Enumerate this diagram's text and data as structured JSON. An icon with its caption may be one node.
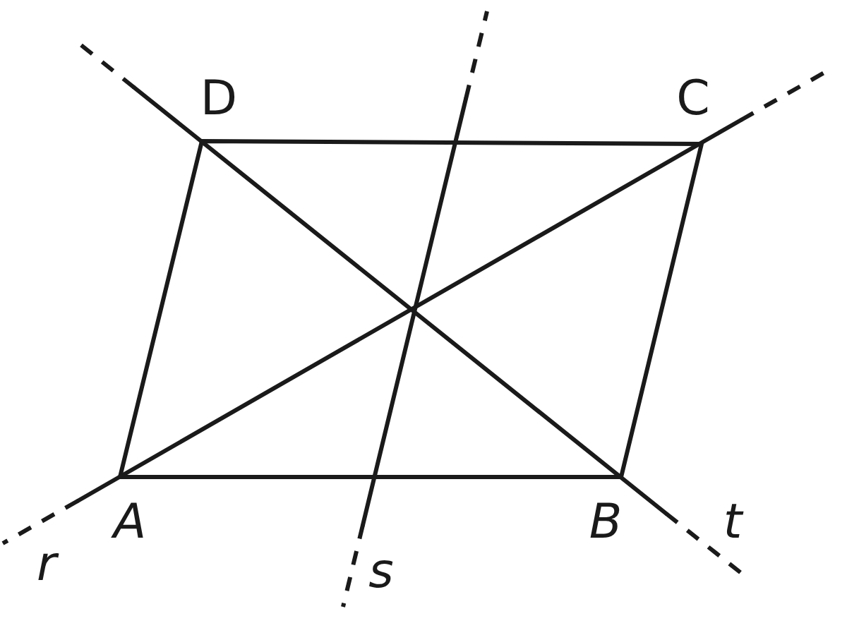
{
  "diagram": {
    "labels": [
      "D",
      "C",
      "A",
      "B",
      "t",
      "r",
      "s"
    ]
  }
}
